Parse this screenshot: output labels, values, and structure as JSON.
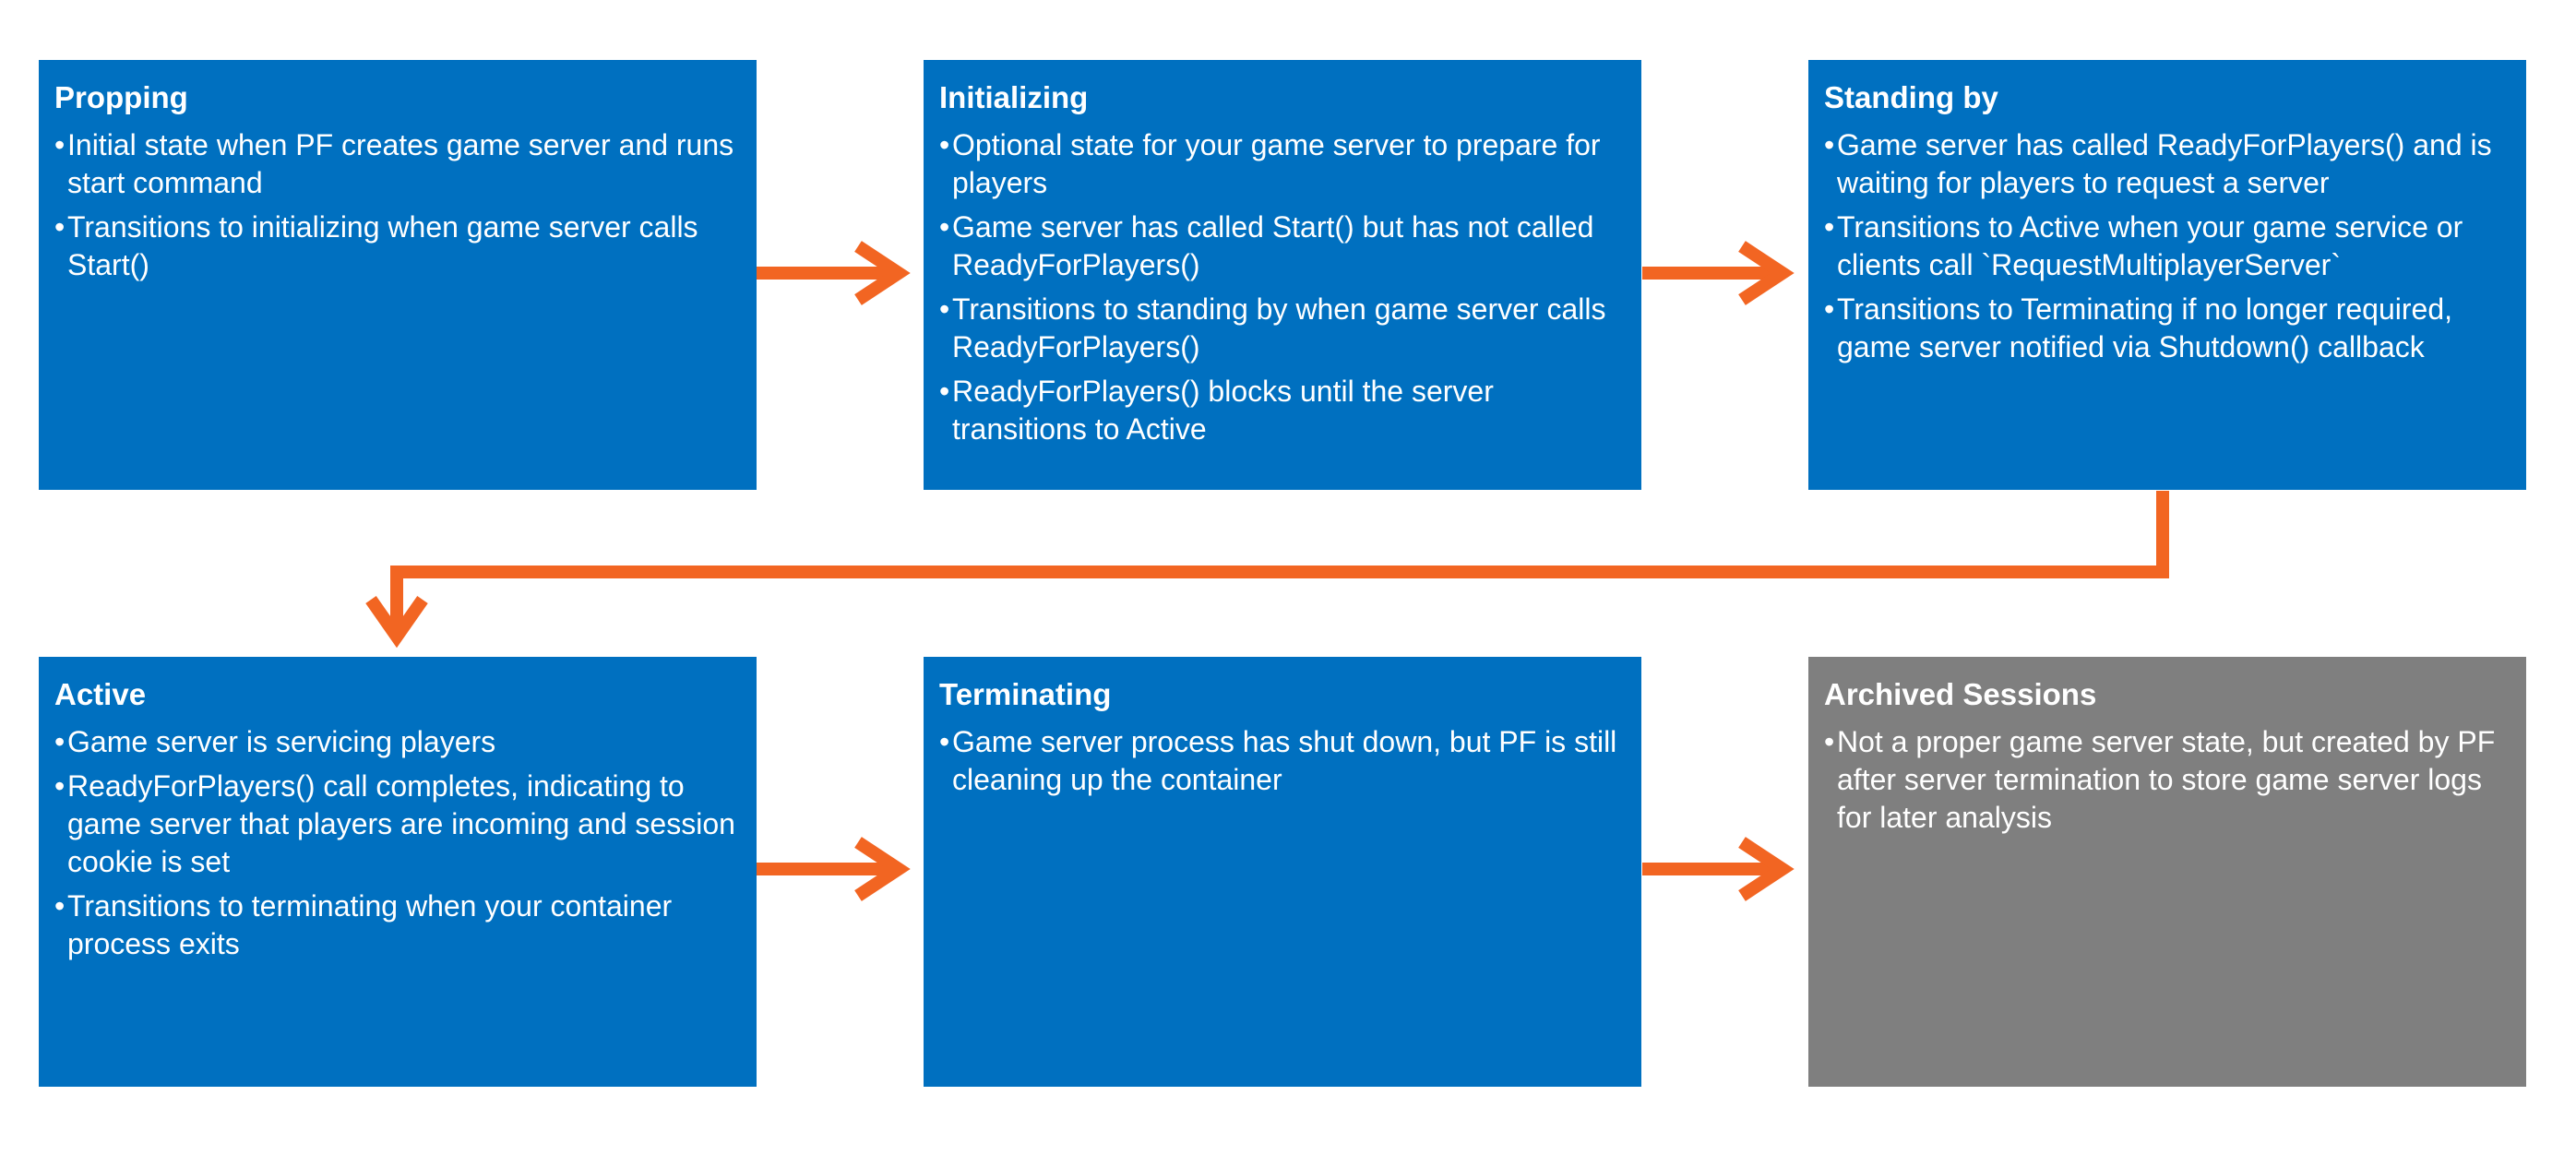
{
  "colors": {
    "state_box": "#0070c0",
    "archived_box": "#7f7f7f",
    "arrow": "#f26522",
    "text": "#ffffff"
  },
  "states": [
    {
      "title": "Propping",
      "bullets": [
        "Initial state when PF creates game server and runs start command",
        "Transitions to initializing when game server calls Start()"
      ]
    },
    {
      "title": "Initializing",
      "bullets": [
        "Optional state for your game server to prepare for players",
        "Game server has called Start() but has not called ReadyForPlayers()",
        "Transitions to standing by when game server calls ReadyForPlayers()",
        "ReadyForPlayers() blocks until the server transitions to Active"
      ]
    },
    {
      "title": "Standing by",
      "bullets": [
        "Game server has called ReadyForPlayers() and is waiting for players to request a server",
        "Transitions to Active when your game service or clients call `RequestMultiplayerServer`",
        "Transitions to Terminating if no longer required, game server notified via Shutdown() callback"
      ]
    },
    {
      "title": "Active",
      "bullets": [
        "Game server is servicing players",
        "ReadyForPlayers() call completes, indicating to game server that players are incoming and session cookie is set",
        "Transitions to terminating when your container process exits"
      ]
    },
    {
      "title": "Terminating",
      "bullets": [
        "Game server process has shut down, but PF is still cleaning up the container"
      ]
    },
    {
      "title": "Archived Sessions",
      "bullets": [
        "Not a proper game server state, but created by PF after server termination to store game server logs for later analysis"
      ]
    }
  ]
}
